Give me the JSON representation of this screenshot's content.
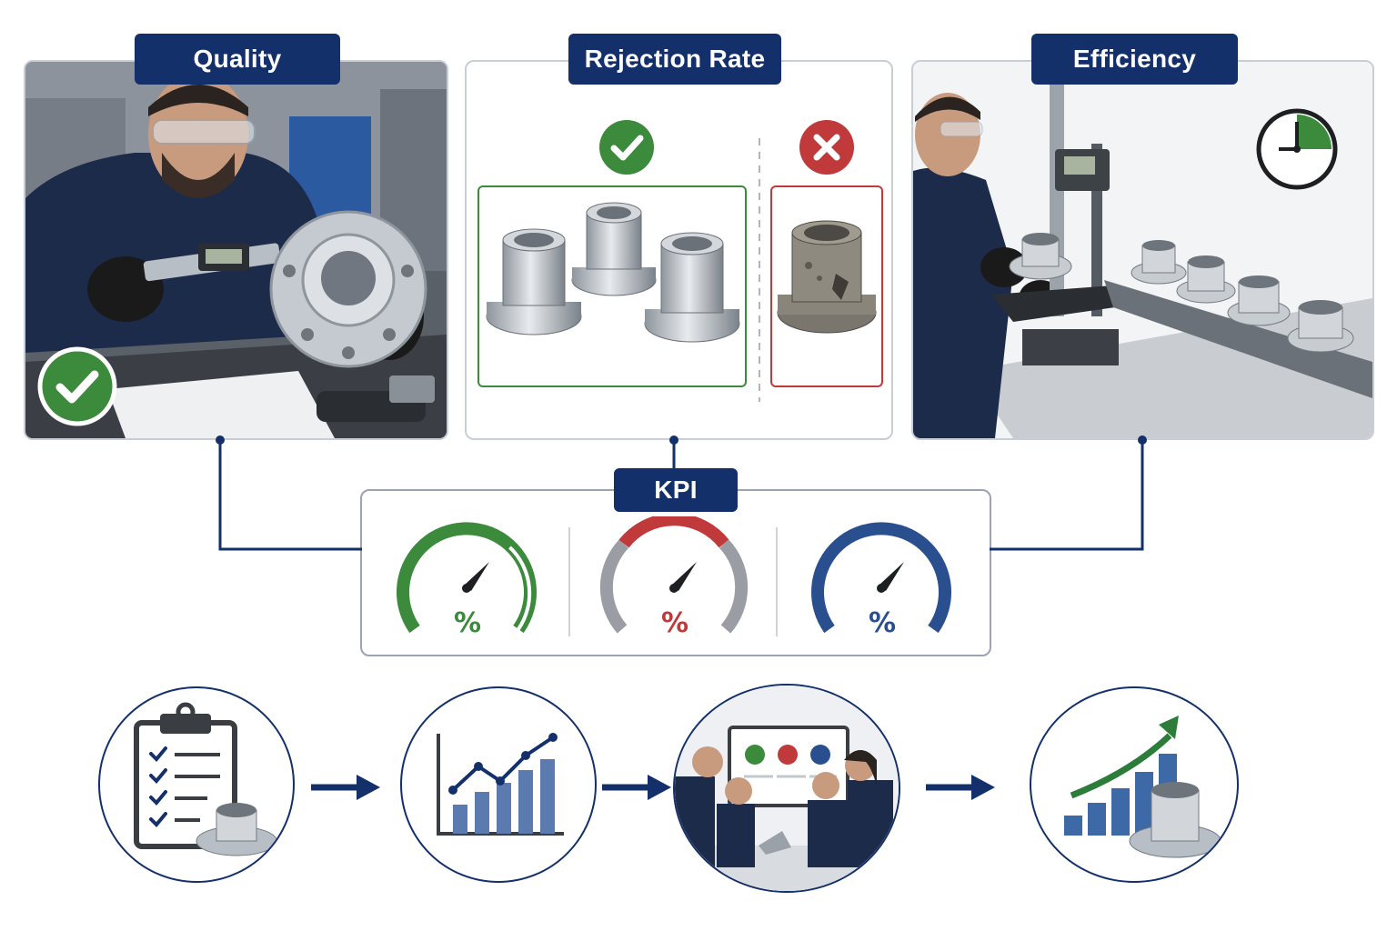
{
  "panels": {
    "quality": {
      "title": "Quality"
    },
    "rejection": {
      "title": "Rejection Rate"
    },
    "efficiency": {
      "title": "Efficiency"
    }
  },
  "kpi": {
    "title": "KPI",
    "gauges": [
      {
        "label": "%",
        "color": "#3c8a3c",
        "icon": "gauge-icon"
      },
      {
        "label": "%",
        "color": "#c0393b",
        "icon": "gauge-icon"
      },
      {
        "label": "%",
        "color": "#2a4f8f",
        "icon": "gauge-icon"
      }
    ]
  },
  "process_steps": [
    {
      "icon": "checklist-icon"
    },
    {
      "icon": "analytics-chart-icon"
    },
    {
      "icon": "team-review-icon"
    },
    {
      "icon": "growth-chart-icon"
    }
  ],
  "colors": {
    "navy": "#13306b",
    "pass": "#3c8a3c",
    "fail": "#c0393b",
    "border": "#c9ced6"
  }
}
